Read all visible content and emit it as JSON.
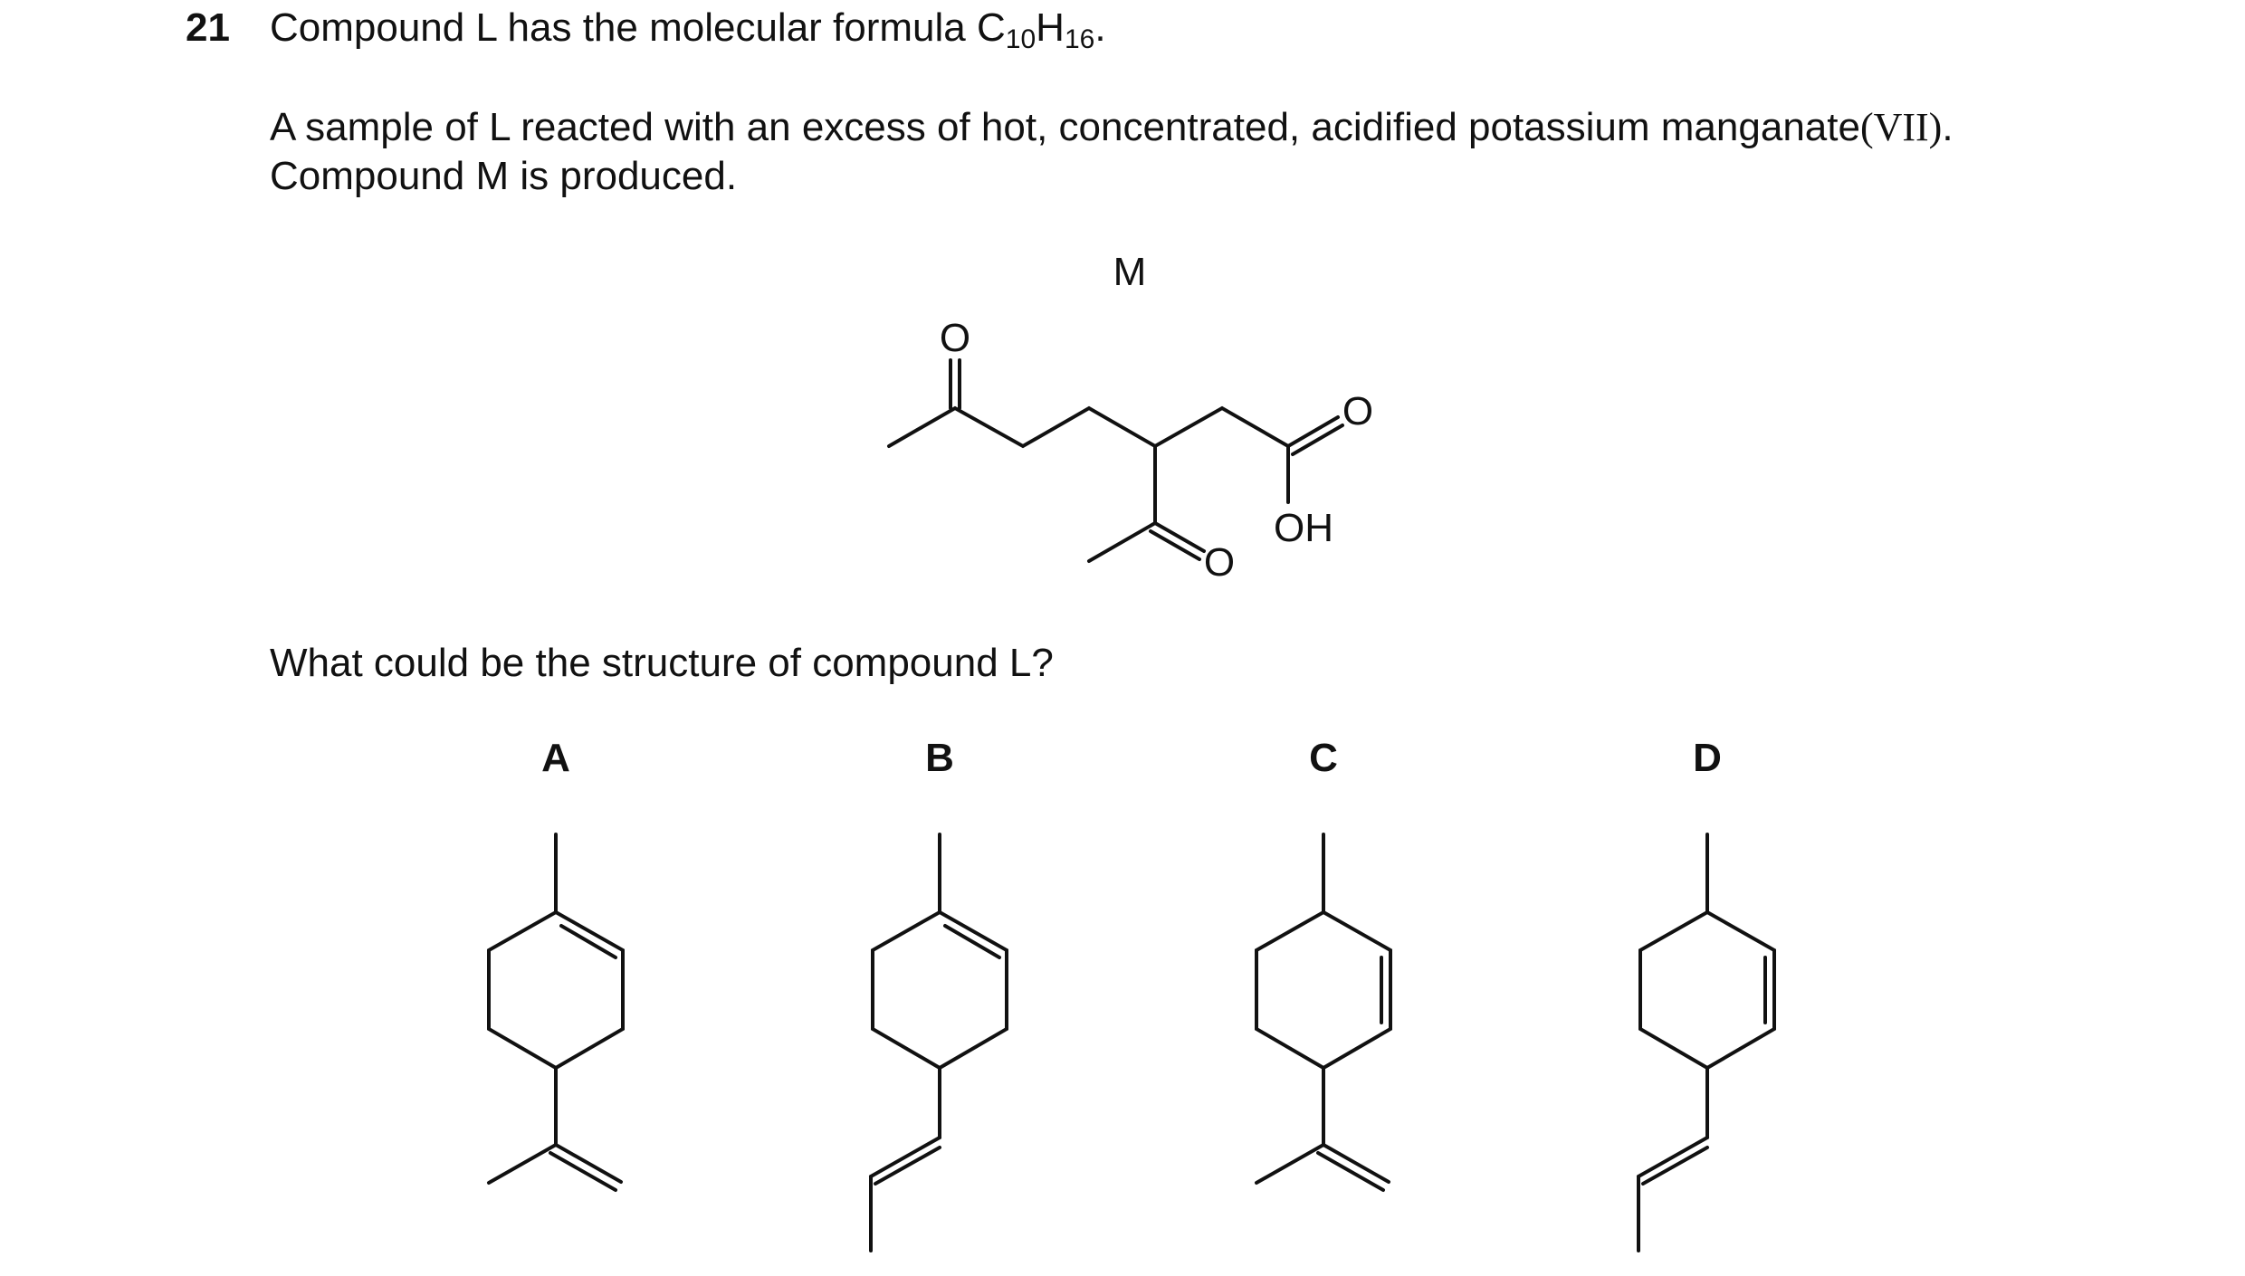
{
  "question": {
    "number": "21",
    "line1_prefix": "Compound L has the molecular formula C",
    "formula_c_sub": "10",
    "formula_h": "H",
    "formula_h_sub": "16",
    "formula_end": ".",
    "para_line1_main": "A sample of L reacted with an excess of hot, concentrated, acidified potassium manganate",
    "para_line1_ox": "(VII)",
    "para_line1_end": ".",
    "para_line2": "Compound M is produced.",
    "prompt": "What could be the structure of compound L?"
  },
  "compound_m": {
    "label": "M",
    "atoms": {
      "o_ketone_top": "O",
      "o_acid": "O",
      "oh": "OH",
      "o_ketone_bottom": "O"
    }
  },
  "options": [
    {
      "letter": "A",
      "ring_double_bond": "top-right",
      "side_chain": "isopropenyl"
    },
    {
      "letter": "B",
      "ring_double_bond": "top-right",
      "side_chain": "propenyl"
    },
    {
      "letter": "C",
      "ring_double_bond": "right",
      "side_chain": "isopropenyl"
    },
    {
      "letter": "D",
      "ring_double_bond": "right",
      "side_chain": "propenyl"
    }
  ]
}
